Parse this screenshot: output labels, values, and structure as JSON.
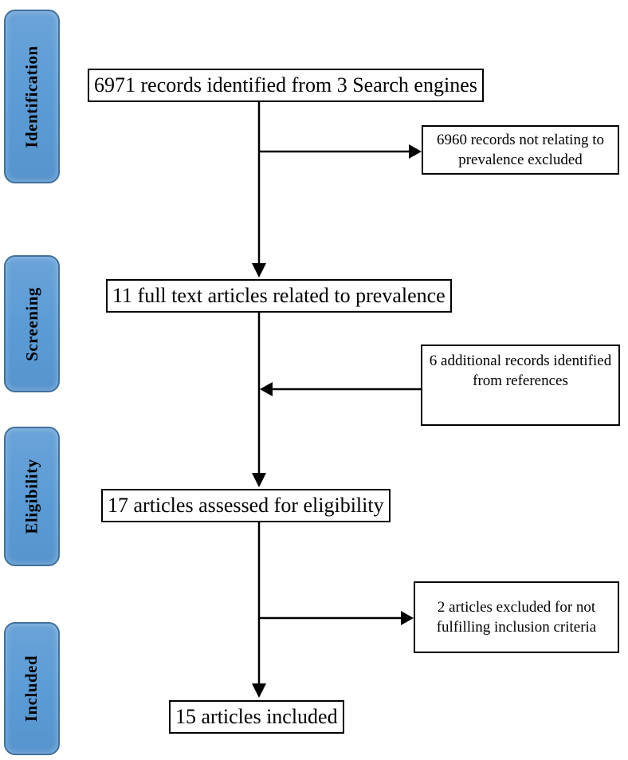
{
  "colors": {
    "stage_fill": "#5b9bd5",
    "stage_border": "#41719c",
    "box_border": "#000000",
    "arrow": "#000000",
    "background": "#ffffff",
    "text": "#000000"
  },
  "stages": [
    {
      "label": "Identification"
    },
    {
      "label": "Screening"
    },
    {
      "label": "Eligibility"
    },
    {
      "label": "Included"
    }
  ],
  "boxes": {
    "identified": "6971 records identified from 3 Search engines",
    "excluded_records": "6960 records not relating to prevalence excluded",
    "fulltext": "11 full text articles related to prevalence",
    "additional_records": "6 additional records identified from references",
    "assessed": "17 articles assessed for eligibility",
    "excluded_articles": "2 articles excluded for not fulfilling inclusion criteria",
    "included": "15 articles included"
  }
}
